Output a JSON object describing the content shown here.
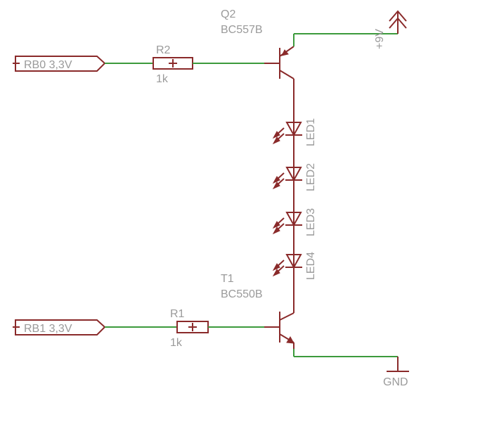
{
  "inputs": {
    "rb0": "RB0 3,3V",
    "rb1": "RB1 3,3V"
  },
  "resistors": {
    "r2": {
      "name": "R2",
      "value": "1k"
    },
    "r1": {
      "name": "R1",
      "value": "1k"
    }
  },
  "transistors": {
    "q2": {
      "name": "Q2",
      "type": "BC557B"
    },
    "t1": {
      "name": "T1",
      "type": "BC550B"
    }
  },
  "leds": [
    "LED1",
    "LED2",
    "LED3",
    "LED4"
  ],
  "supply": {
    "vcc": "+9V",
    "gnd": "GND"
  },
  "colors": {
    "wire": "#3c9a3c",
    "component": "#8a2a2a",
    "text": "#9a9a9a"
  }
}
